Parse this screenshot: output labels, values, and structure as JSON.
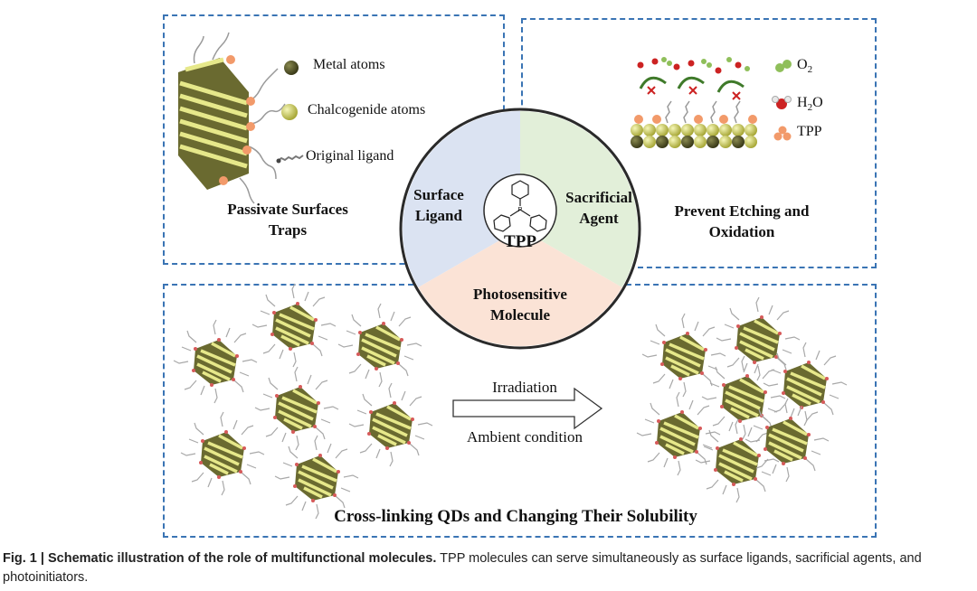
{
  "panels": {
    "top_left": {
      "legend": [
        {
          "label": "Metal atoms",
          "icon": "metal-atom-icon",
          "color": "#5a5a2e"
        },
        {
          "label": "Chalcogenide atoms",
          "icon": "chalcogenide-atom-icon",
          "color": "#d8dc78"
        },
        {
          "label": "Original ligand",
          "icon": "ligand-icon",
          "color": "#777777"
        }
      ],
      "title_line1": "Passivate Surfaces",
      "title_line2": "Traps"
    },
    "top_right": {
      "legend": {
        "o2_main": "O",
        "o2_sub": "2",
        "h2o_pre": "H",
        "h2o_sub": "2",
        "h2o_post": "O",
        "tpp": "TPP"
      },
      "title_line1": "Prevent Etching and",
      "title_line2": "Oxidation"
    },
    "bottom": {
      "arrow_top": "Irradiation",
      "arrow_bottom": "Ambient condition",
      "title": "Cross-linking QDs and Changing Their Solubility"
    }
  },
  "wheel": {
    "left_line1": "Surface",
    "left_line2": "Ligand",
    "right_line1": "Sacrificial",
    "right_line2": "Agent",
    "bottom_line1": "Photosensitive",
    "bottom_line2": "Molecule",
    "center": "TPP",
    "atom": "P",
    "colors": {
      "left": "#dbe3f2",
      "right": "#e2efd9",
      "bottom": "#fbe3d6"
    }
  },
  "caption": {
    "label": "Fig. 1 | Schematic illustration of the role of multifunctional molecules.",
    "text": " TPP molecules can serve simultaneously as surface ligands, sacrificial agents, and photoinitiators."
  }
}
